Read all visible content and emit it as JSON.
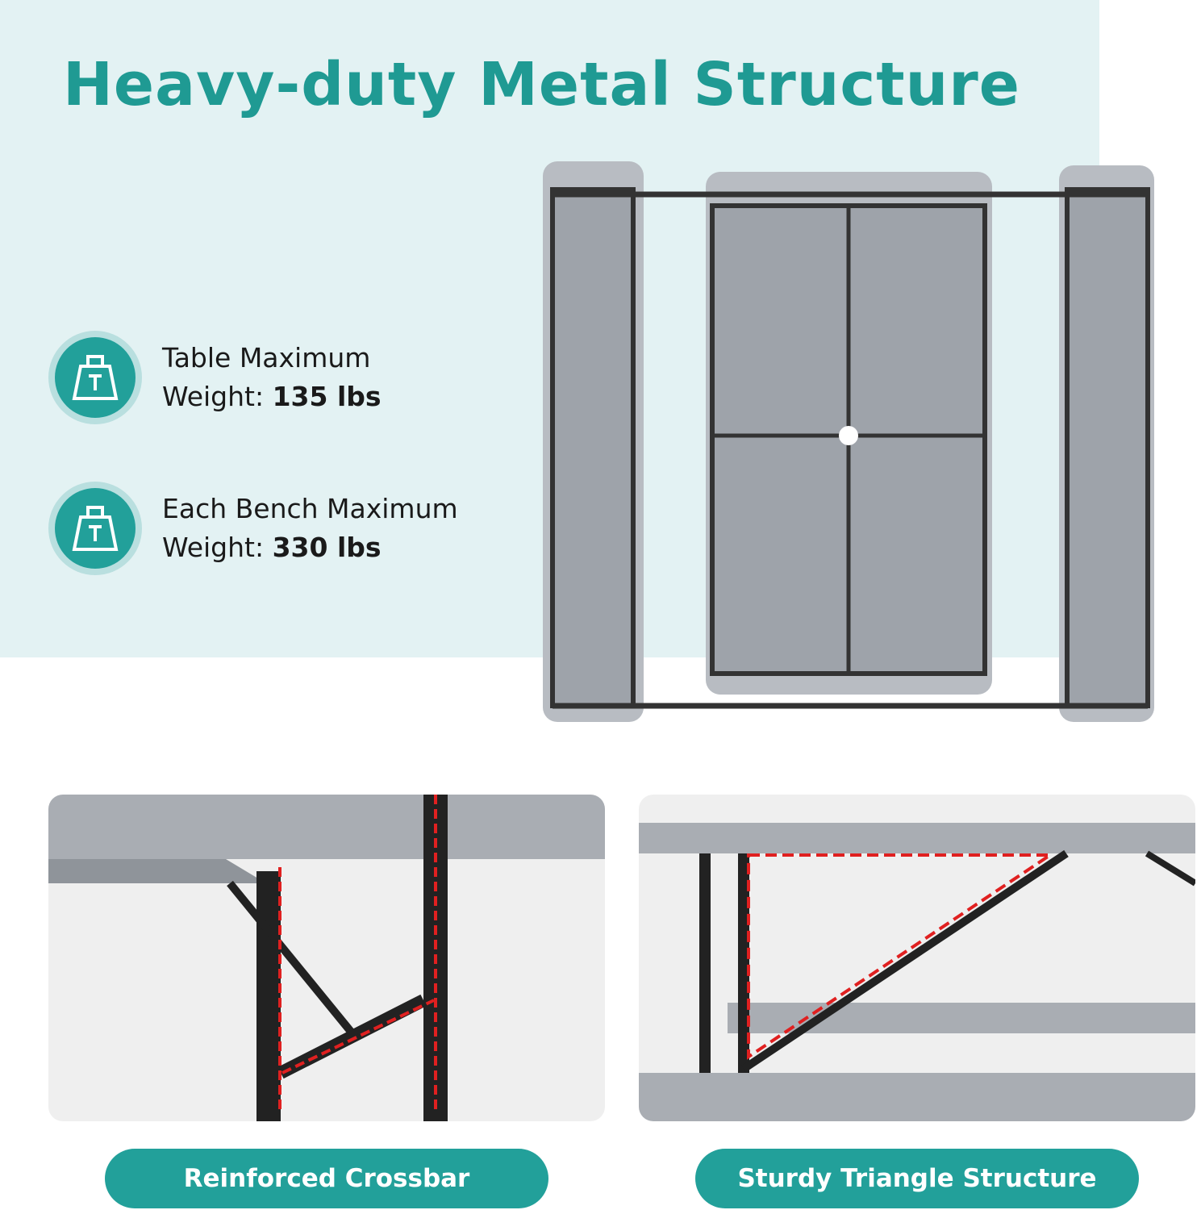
{
  "title": "Heavy-duty Metal Structure",
  "specs": [
    {
      "line1": "Table Maximum",
      "prefix": "Weight: ",
      "value": "135 lbs",
      "icon": "weight-icon"
    },
    {
      "line1": "Each Bench Maximum",
      "prefix": "Weight: ",
      "value": "330 lbs",
      "icon": "weight-icon"
    }
  ],
  "features": [
    {
      "label": "Reinforced Crossbar"
    },
    {
      "label": "Sturdy Triangle Structure"
    }
  ],
  "colors": {
    "accent": "#22a09a",
    "panel": "#e3f2f3",
    "highlight": "#e02020"
  }
}
